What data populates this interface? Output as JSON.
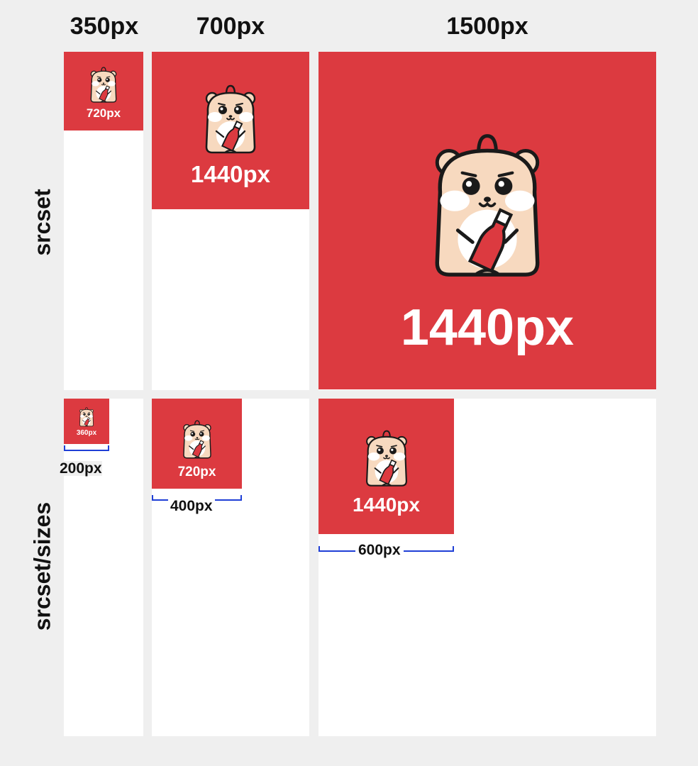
{
  "columns": [
    "350px",
    "700px",
    "1500px"
  ],
  "rows": [
    "srcset",
    "srcset/sizes"
  ],
  "srcset_images": [
    "720px",
    "1440px",
    "1440px"
  ],
  "sizes_images": [
    "360px",
    "720px",
    "1440px"
  ],
  "sizes_widths": [
    "200px",
    "400px",
    "600px"
  ],
  "colors": {
    "image_bg": "#dc3a40",
    "bracket": "#1f3fd6",
    "panel": "#ffffff",
    "page": "#efefef"
  },
  "icon": "hamster-holding-ketchup-bottle-icon"
}
